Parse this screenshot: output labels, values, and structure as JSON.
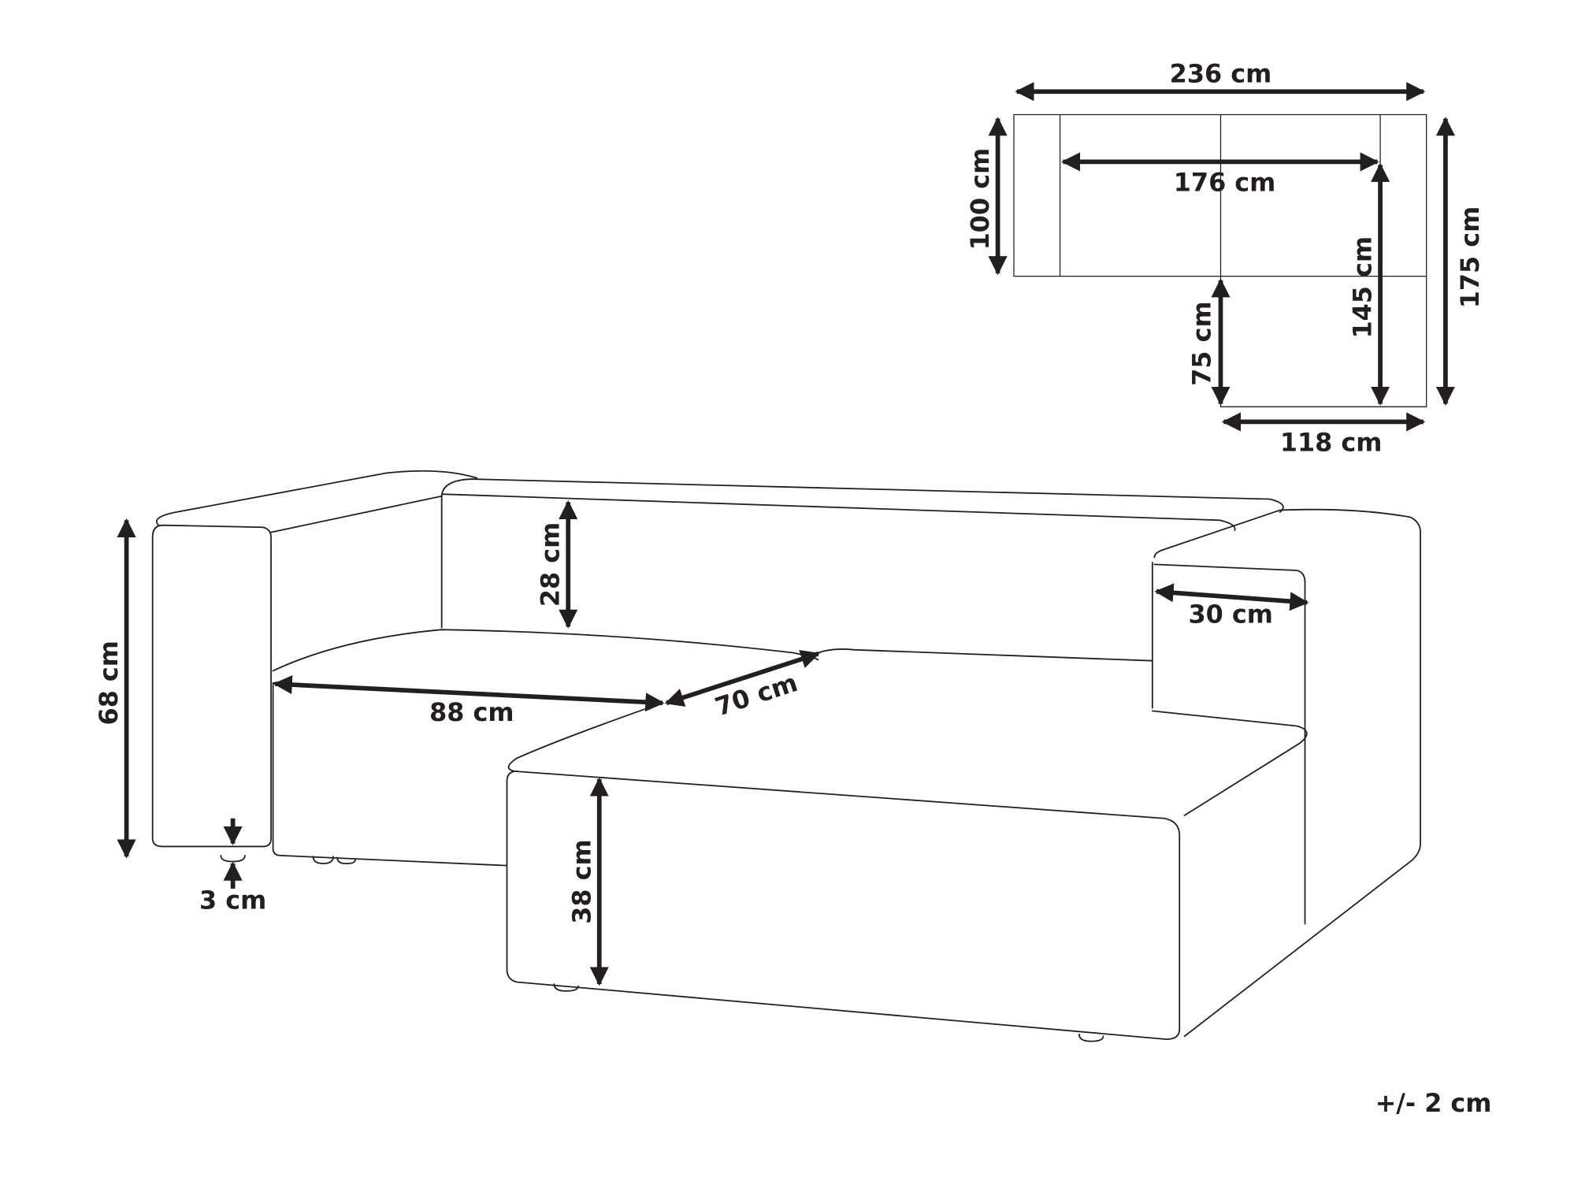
{
  "top_view": {
    "overall_width": "236 cm",
    "seat_width": "176 cm",
    "depth": "100 cm",
    "chaise_length": "175 cm",
    "chaise_inner_length": "145 cm",
    "chaise_extension": "75 cm",
    "chaise_width": "118 cm"
  },
  "front_view": {
    "height": "68 cm",
    "backrest_height": "28 cm",
    "arm_width": "30 cm",
    "seat_width": "88 cm",
    "seat_depth": "70 cm",
    "seat_height": "38 cm",
    "leg_height": "3 cm"
  },
  "tolerance": "+/- 2 cm",
  "colors": {
    "line": "#231f20",
    "background": "#ffffff"
  }
}
